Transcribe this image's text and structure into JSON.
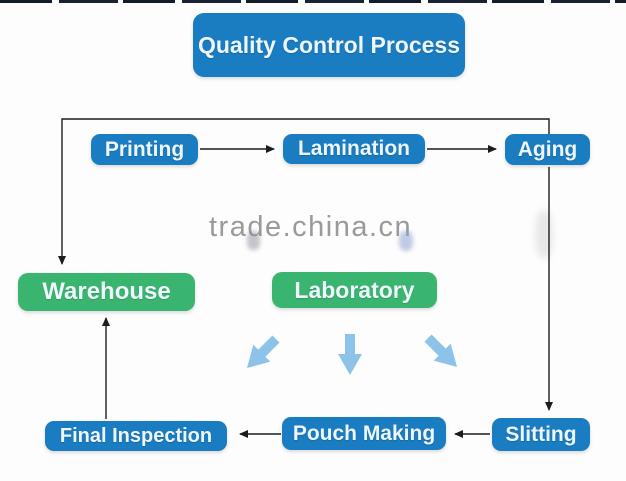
{
  "diagram": {
    "title": "Quality Control Process",
    "watermark": "trade.china.cn",
    "nodes": {
      "printing": {
        "label": "Printing",
        "color": "blue"
      },
      "lamination": {
        "label": "Lamination",
        "color": "blue"
      },
      "aging": {
        "label": "Aging",
        "color": "blue"
      },
      "warehouse": {
        "label": "Warehouse",
        "color": "green"
      },
      "laboratory": {
        "label": "Laboratory",
        "color": "green"
      },
      "final_inspection": {
        "label": "Final Inspection",
        "color": "blue"
      },
      "pouch_making": {
        "label": "Pouch Making",
        "color": "blue"
      },
      "slitting": {
        "label": "Slitting",
        "color": "blue"
      }
    },
    "edges": [
      {
        "from": "Printing",
        "to": "Lamination",
        "style": "thin-black"
      },
      {
        "from": "Lamination",
        "to": "Aging",
        "style": "thin-black"
      },
      {
        "from": "Aging",
        "to": "Warehouse",
        "style": "thin-black",
        "route": "up-left-down"
      },
      {
        "from": "Aging",
        "to": "Slitting",
        "style": "thin-black"
      },
      {
        "from": "Slitting",
        "to": "Pouch Making",
        "style": "thin-black"
      },
      {
        "from": "Pouch Making",
        "to": "Final Inspection",
        "style": "thin-black"
      },
      {
        "from": "Final Inspection",
        "to": "Warehouse",
        "style": "thin-black"
      },
      {
        "from": "Laboratory",
        "to": "Final Inspection",
        "style": "thick-blue"
      },
      {
        "from": "Laboratory",
        "to": "Pouch Making",
        "style": "thick-blue"
      },
      {
        "from": "Laboratory",
        "to": "Slitting",
        "style": "thick-blue"
      }
    ],
    "colors": {
      "box_blue": "#1a7cc1",
      "box_green": "#3ab56f",
      "box_text": "#eef6fc",
      "thin_arrow": "#1c1c1c",
      "thick_arrow_blue": "#8dc3e9",
      "watermark_gray": "#9a9a9a",
      "background": "#fdfdfd"
    }
  }
}
